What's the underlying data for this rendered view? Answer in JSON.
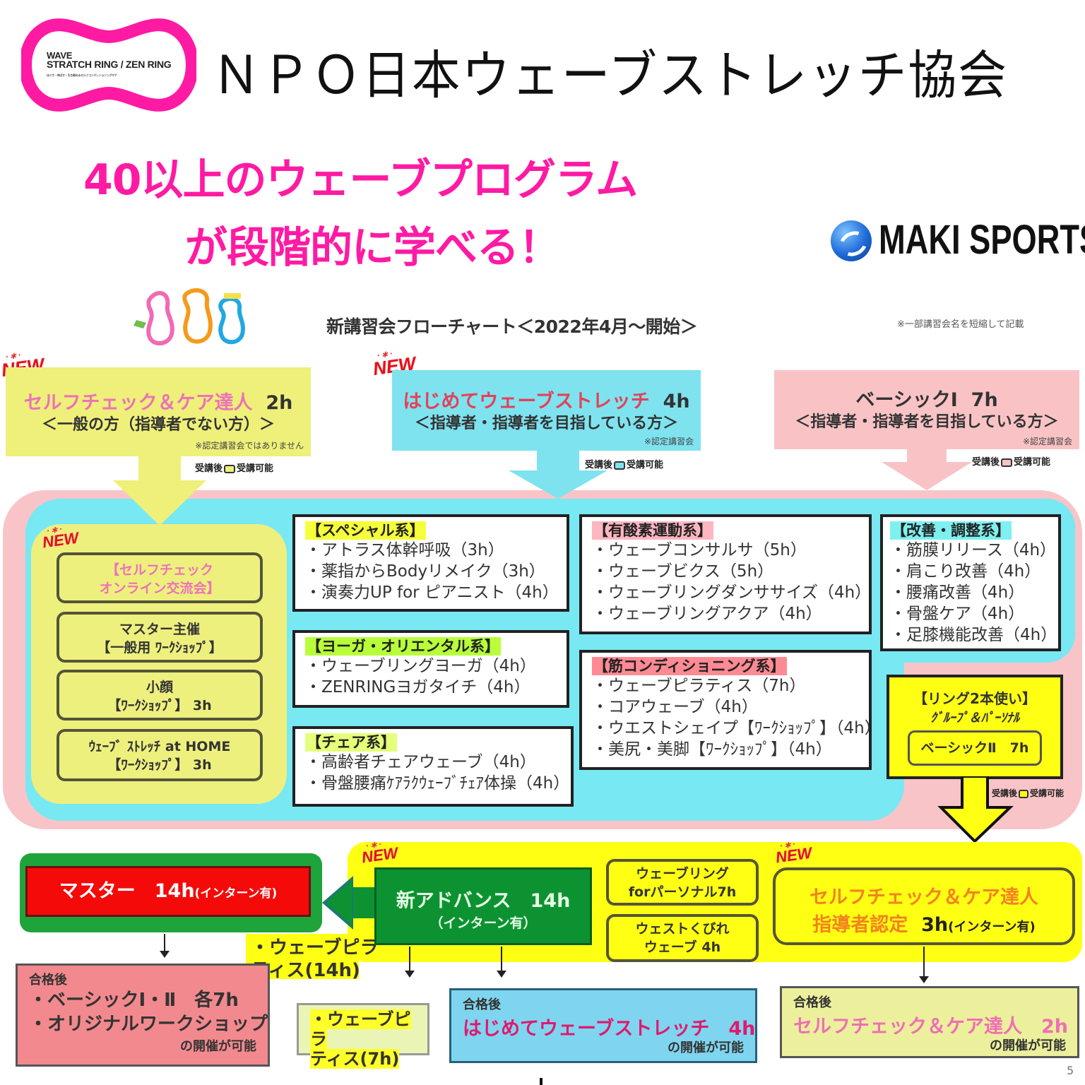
{
  "header": {
    "logo": {
      "line1": "WAVE",
      "line2": "STRATCH RING / ZEN RING",
      "tagline": "ほぐす・伸ばす・引き締めるセルフコンディショニングギア",
      "ring_color": "#ff1aa3"
    },
    "org_title": "ＮＰＯ日本ウェーブストレッチ協会",
    "headline_line1": "40以上のウェーブプログラム",
    "headline_line2": "が段階的に学べる！",
    "headline_color": "#ff1aa3",
    "partner_logo": "MAKI SPORTS"
  },
  "chart": {
    "title": "新講習会フローチャート＜2022年4月～開始＞",
    "note": "※一部講習会名を短縮して記載",
    "new_badge": "NEW",
    "availability_prefix": "受講後",
    "availability_suffix": "受講可能",
    "sources": [
      {
        "title": "セルフチェック＆ケア達人",
        "hours": "2h",
        "audience": "＜一般の方（指導者でない方）＞",
        "note": "※認定講習会ではありません",
        "color": "#eef07a"
      },
      {
        "title": "はじめてウェーブストレッチ",
        "hours": "4h",
        "audience": "＜指導者・指導者を目指している方＞",
        "note": "※認定講習会",
        "color": "#7ee3ef"
      },
      {
        "title": "ベーシックⅠ",
        "hours": "7h",
        "audience": "＜指導者・指導者を目指している方＞",
        "note": "※認定講習会",
        "color": "#f9c3c6"
      }
    ],
    "workshops": [
      {
        "line1": "【セルフチェック",
        "line2": "オンライン交流会】"
      },
      {
        "line1": "マスター主催",
        "line2": "【一般用 ﾜｰｸｼｮｯﾌﾟ】"
      },
      {
        "line1": "小顔",
        "line2": "【ﾜｰｸｼｮｯﾌﾟ】 3h"
      },
      {
        "line1": "ｳｪｰﾌﾞ ｽﾄﾚｯﾁ at HOME",
        "line2": "【ﾜｰｸｼｮｯﾌﾟ】 3h"
      }
    ],
    "categories": [
      {
        "title": "【スペシャル系】",
        "highlight": "#f5ff3a",
        "items": [
          "・アトラス体幹呼吸（3h）",
          "・薬指からBodyリメイク（3h）",
          "・演奏力UP for ピアニスト（4h）"
        ]
      },
      {
        "title": "【ヨーガ・オリエンタル系】",
        "highlight": "#b8ff3a",
        "items": [
          "・ウェーブリングヨーガ（4h）",
          "・ZENRINGヨガタイチ（4h）"
        ]
      },
      {
        "title": "【チェア系】",
        "highlight": "#e6ff7a",
        "items": [
          "・高齢者チェアウェーブ（4h）",
          "・骨盤腰痛ｹｱﾗｸｳｪｰﾌﾞﾁｪｱ体操（4h）"
        ]
      },
      {
        "title": "【有酸素運動系】",
        "highlight": "#ffb6c0",
        "items": [
          "・ウェーブコンサルサ（5h）",
          "・ウェーブビクス（5h）",
          "・ウェーブリングダンササイズ（4h）",
          "・ウェーブリングアクア（4h）"
        ]
      },
      {
        "title": "【筋コンディショニング系】",
        "highlight": "#ff8a94",
        "items": [
          "・ウェーブピラティス（7h）",
          "・コアウェーブ（4h）",
          "・ウエストシェイプ【ﾜｰｸｼｮｯﾌﾟ】（4h）",
          "・美尻・美脚【ﾜｰｸｼｮｯﾌﾟ】（4h）"
        ]
      },
      {
        "title": "【改善・調整系】",
        "highlight": "#7ff0f0",
        "items": [
          "・筋膜リリース（4h）",
          "・肩こり改善（4h）",
          "・腰痛改善（4h）",
          "・骨盤ケア（4h）",
          "・足膝機能改善（4h）"
        ]
      }
    ],
    "ring2": {
      "line1": "【リング2本使い】",
      "line2": "ｸﾞﾙｰﾌﾟ＆ﾊﾟｰｿﾅﾙ",
      "inner": "ベーシックⅡ　7h"
    },
    "master": {
      "label": "マスター　14h",
      "suffix": "(インターン有)"
    },
    "advance": {
      "label": "新アドバンス　14h",
      "sub": "（インターン有）"
    },
    "pilates_14": {
      "line1": "・ウェーブピラ",
      "line2": "ティス(14h)"
    },
    "small_boxes": [
      {
        "line1": "ウェーブリング",
        "line2": "forパーソナル7h"
      },
      {
        "line1": "ウェストくびれ",
        "line2": "ウェーブ 4h"
      }
    ],
    "self_cert": {
      "line1": "セルフチェック＆ケア達人",
      "line2": "指導者認定",
      "hours": "3h",
      "suffix": "(インターン有)"
    },
    "results": {
      "master": {
        "head": "合格後",
        "line1": "・ベーシックⅠ・Ⅱ　各7h",
        "line2": "・オリジナルワークショップ",
        "foot": "の開催が可能"
      },
      "pilates_7": {
        "line1": "・ウェーブピラ",
        "line2": "ティス(7h)"
      },
      "basic": {
        "head": "合格後",
        "line1": "はじめてウェーブストレッチ　4h",
        "foot": "の開催が可能"
      },
      "self": {
        "head": "合格後",
        "line1": "セルフチェック＆ケア達人　2h",
        "foot": "の開催が可能"
      }
    },
    "page_number": "5"
  }
}
